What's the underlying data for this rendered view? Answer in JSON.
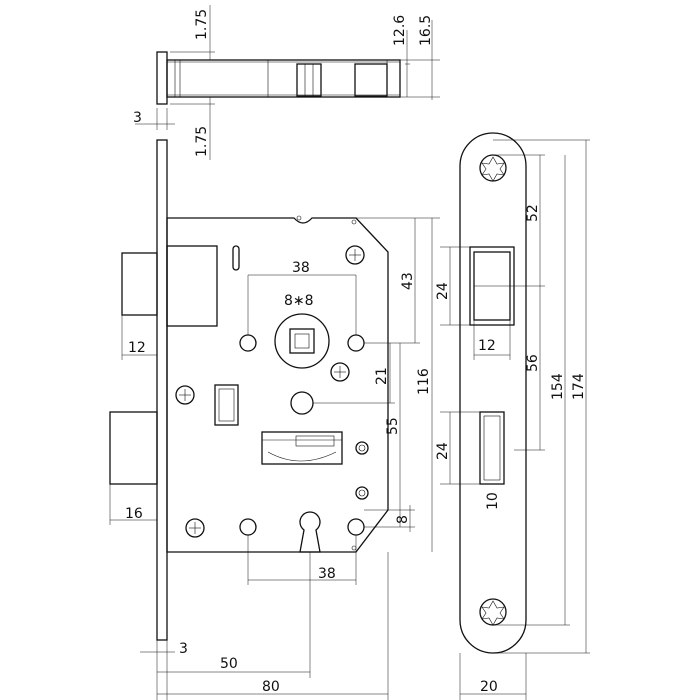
{
  "dimensions": {
    "top_1_75_a": "1.75",
    "top_12_6": "12.6",
    "top_16_5": "16.5",
    "top_3": "3",
    "top_1_75_b": "1.75",
    "d52": "52",
    "d43": "43",
    "d38_top": "38",
    "d8x8": "8∗8",
    "d24_a": "24",
    "d12_plate": "12",
    "d12_latch": "12",
    "d21": "21",
    "d116": "116",
    "d56": "56",
    "d154": "154",
    "d174": "174",
    "d55": "55",
    "d24_b": "24",
    "d10": "10",
    "d16": "16",
    "d8": "8",
    "d38_bottom": "38",
    "d3_bottom": "3",
    "d50": "50",
    "d80": "80",
    "d20": "20"
  },
  "colors": {
    "line": "#111111",
    "background": "#ffffff"
  }
}
